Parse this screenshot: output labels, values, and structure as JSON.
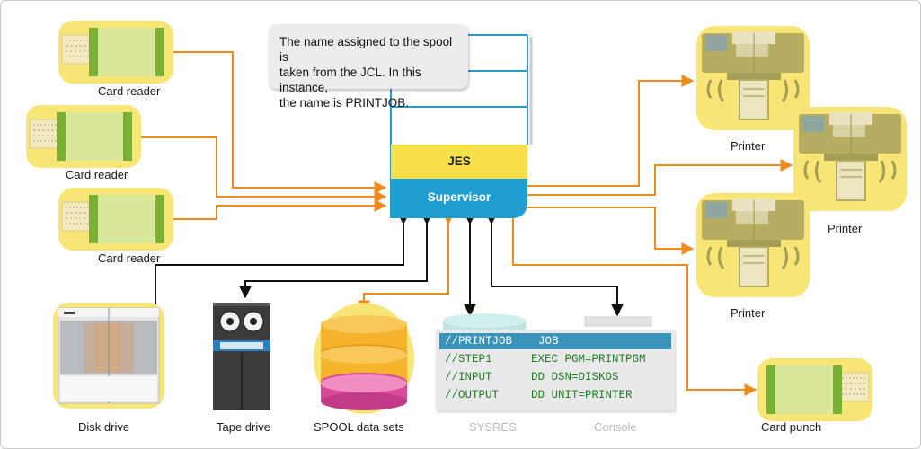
{
  "callout": {
    "line1": "The name assigned to the spool is",
    "line2": "taken from the JCL. In this instance,",
    "line3": "the name is PRINTJOB."
  },
  "central": {
    "jes_label": "JES",
    "supervisor_label": "Supervisor"
  },
  "devices": {
    "card_reader_1": "Card reader",
    "card_reader_2": "Card reader",
    "card_reader_3": "Card reader",
    "printer_1": "Printer",
    "printer_2": "Printer",
    "printer_3": "Printer",
    "card_punch": "Card punch",
    "disk_drive": "Disk drive",
    "tape_drive": "Tape drive",
    "spool": "SPOOL data sets",
    "sysres": "SYSRES",
    "console": "Console"
  },
  "jcl": {
    "rows": [
      {
        "name": "//PRINTJOB",
        "stmt": "JOB"
      },
      {
        "name": "//STEP1",
        "stmt": "EXEC PGM=PRINTPGM"
      },
      {
        "name": "//INPUT",
        "stmt": "DD DSN=DISKDS"
      },
      {
        "name": "//OUTPUT",
        "stmt": "DD UNIT=PRINTER"
      }
    ]
  },
  "colors": {
    "orange": "#ef8a1c",
    "black": "#111111",
    "cyan": "#2b9cc8",
    "jes_yellow": "#f7e04a",
    "supervisor_blue": "#1f9ed1",
    "device_halo": "#f7e675",
    "card_green": "#79b033",
    "printer_olive": "#b6ad63"
  }
}
